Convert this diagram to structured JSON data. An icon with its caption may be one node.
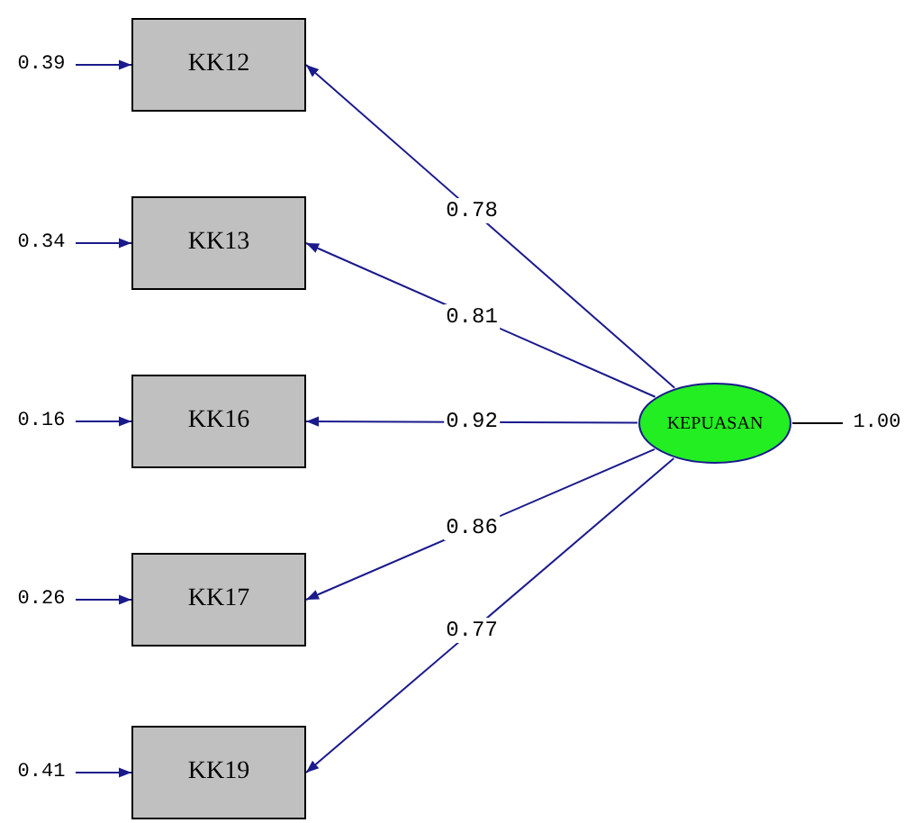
{
  "diagram": {
    "nodes": [
      {
        "text": [
          "KK12"
        ]
      },
      {
        "text": [
          "KK13"
        ]
      },
      {
        "text": [
          "KK16"
        ]
      },
      {
        "text": [
          "KK17"
        ]
      },
      {
        "text": [
          "KK19"
        ]
      },
      {
        "text": [
          "KEPUASAN"
        ]
      },
      {
        "text": [
          "0.39"
        ]
      },
      {
        "text": [
          "0.34"
        ]
      },
      {
        "text": [
          "0.16"
        ]
      },
      {
        "text": [
          "0.26"
        ]
      },
      {
        "text": [
          "0.41"
        ]
      },
      {
        "text": [
          "1.00"
        ]
      }
    ],
    "edges": [
      {
        "from": 5,
        "to": 0,
        "arrow": "to",
        "label": "0.78"
      },
      {
        "from": 5,
        "to": 1,
        "arrow": "to",
        "label": "0.81"
      },
      {
        "from": 5,
        "to": 2,
        "arrow": "to",
        "label": "0.92"
      },
      {
        "from": 5,
        "to": 3,
        "arrow": "to",
        "label": "0.86"
      },
      {
        "from": 5,
        "to": 4,
        "arrow": "to",
        "label": "0.77"
      },
      {
        "from": 6,
        "to": 0,
        "arrow": "to"
      },
      {
        "from": 7,
        "to": 1,
        "arrow": "to"
      },
      {
        "from": 8,
        "to": 2,
        "arrow": "to"
      },
      {
        "from": 9,
        "to": 3,
        "arrow": "to"
      },
      {
        "from": 10,
        "to": 4,
        "arrow": "to"
      },
      {
        "from": 5,
        "to": 11,
        "arrow": "none",
        "color": "#000000"
      }
    ]
  }
}
